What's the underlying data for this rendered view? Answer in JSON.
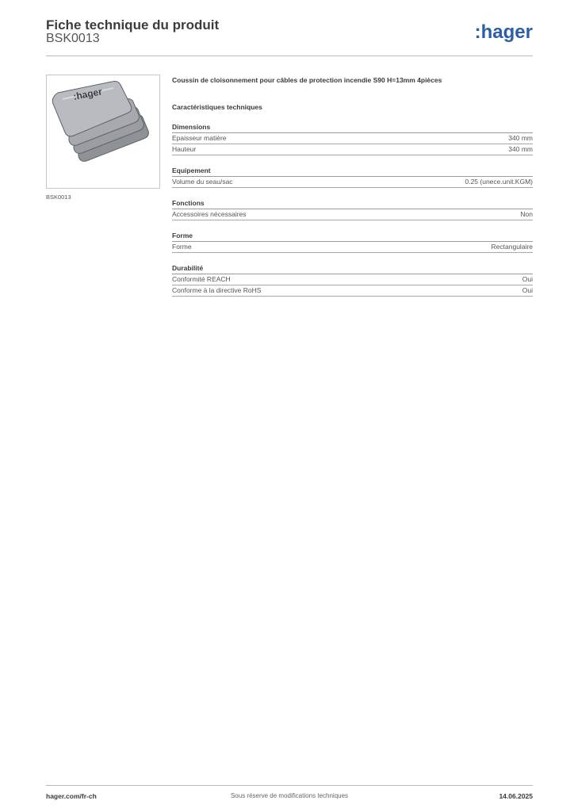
{
  "header": {
    "title": "Fiche technique du produit",
    "product_code": "BSK0013",
    "logo_text": ":hager",
    "brand_color": "#2b5fa8"
  },
  "product": {
    "image_brand_text": ":hager",
    "image_caption": "BSK0013",
    "description": "Coussin de cloisonnement pour câbles de protection incendie S90 H=13mm 4pièces",
    "tech_heading": "Caractéristiques techniques"
  },
  "sections": [
    {
      "title": "Dimensions",
      "rows": [
        {
          "label": "Epaisseur matière",
          "value": "340 mm"
        },
        {
          "label": "Hauteur",
          "value": "340 mm"
        }
      ]
    },
    {
      "title": "Equipement",
      "rows": [
        {
          "label": "Volume du seau/sac",
          "value": "0.25 (unece.unit.KGM)"
        }
      ]
    },
    {
      "title": "Fonctions",
      "rows": [
        {
          "label": "Accessoires nécessaires",
          "value": "Non"
        }
      ]
    },
    {
      "title": "Forme",
      "rows": [
        {
          "label": "Forme",
          "value": "Rectangulaire"
        }
      ]
    },
    {
      "title": "Durabilité",
      "rows": [
        {
          "label": "Conformité REACH",
          "value": "Oui"
        },
        {
          "label": "Conforme à la directive RoHS",
          "value": "Oui"
        }
      ]
    }
  ],
  "footer": {
    "website": "hager.com/fr-ch",
    "notice": "Sous réserve de modifications techniques",
    "date": "14.06.2025"
  }
}
